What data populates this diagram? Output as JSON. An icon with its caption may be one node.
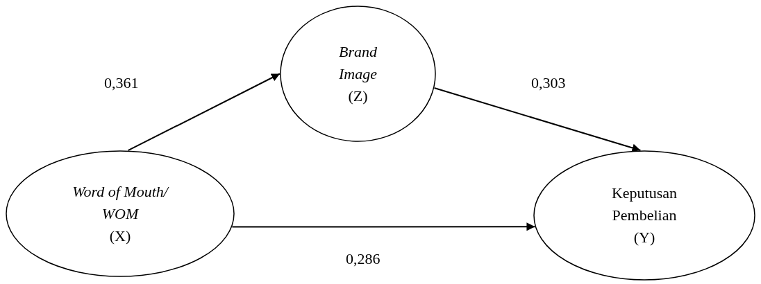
{
  "diagram": {
    "nodes": [
      {
        "text": [
          "Word of Mouth/ WOM",
          "(X)"
        ]
      },
      {
        "text": [
          "Brand Image",
          "(Z)"
        ]
      },
      {
        "text": [
          "Keputusan Pembelian",
          "(Y)"
        ]
      }
    ],
    "edges": [
      {
        "from": 0,
        "to": 1,
        "arrow": "to",
        "label": "0,361"
      },
      {
        "from": 1,
        "to": 2,
        "arrow": "to",
        "label": "0,303"
      },
      {
        "from": 0,
        "to": 2,
        "arrow": "to",
        "label": "0,286"
      }
    ]
  }
}
